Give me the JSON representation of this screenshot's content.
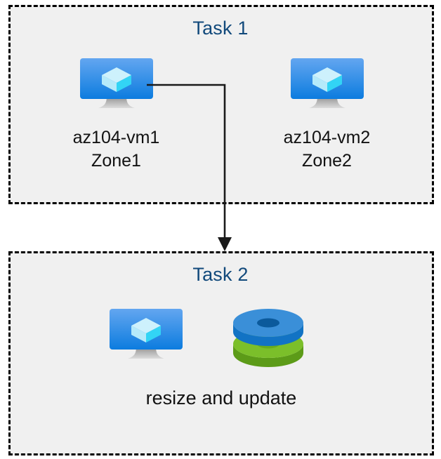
{
  "diagram": {
    "title": "Azure VM zones and resize/update task diagram",
    "background_color": "#ffffff",
    "group_fill_color": "#f0f0f0",
    "group_border_color": "#000000",
    "title_color": "#11497B",
    "label_color": "#121212",
    "connector_color": "#1a1a1a"
  },
  "groups": [
    {
      "id": "task1",
      "title": "Task 1",
      "nodes": [
        {
          "id": "vm1",
          "icon": "azure-virtual-machine-icon",
          "caption_line1": "az104-vm1",
          "caption_line2": "Zone1"
        },
        {
          "id": "vm2",
          "icon": "azure-virtual-machine-icon",
          "caption_line1": "az104-vm2",
          "caption_line2": "Zone2"
        }
      ]
    },
    {
      "id": "task2",
      "title": "Task 2",
      "nodes": [
        {
          "id": "vm3",
          "icon": "azure-virtual-machine-icon",
          "caption_line1": "",
          "caption_line2": ""
        },
        {
          "id": "disks",
          "icon": "azure-disks-icon",
          "caption_line1": "",
          "caption_line2": ""
        }
      ],
      "caption": "resize and update"
    }
  ],
  "connector": {
    "from": "vm1",
    "to": "task2",
    "style": "elbow-arrow",
    "arrowhead": "filled-triangle-down"
  },
  "colors": {
    "vm_screen_top": "#5EA0EC",
    "vm_screen_bottom": "#0F7BDE",
    "vm_cube_light": "#C9F0FB",
    "vm_cube_cyan": "#32D4F5",
    "vm_stand": "#A8A8A8",
    "disk_blue_top": "#3A8FD8",
    "disk_blue_side": "#1273C4",
    "disk_blue_hole": "#0B5A9C",
    "disk_green_top": "#7BBF2A",
    "disk_green_side": "#5C9B18",
    "disk_green_hole": "#6CAE22"
  }
}
